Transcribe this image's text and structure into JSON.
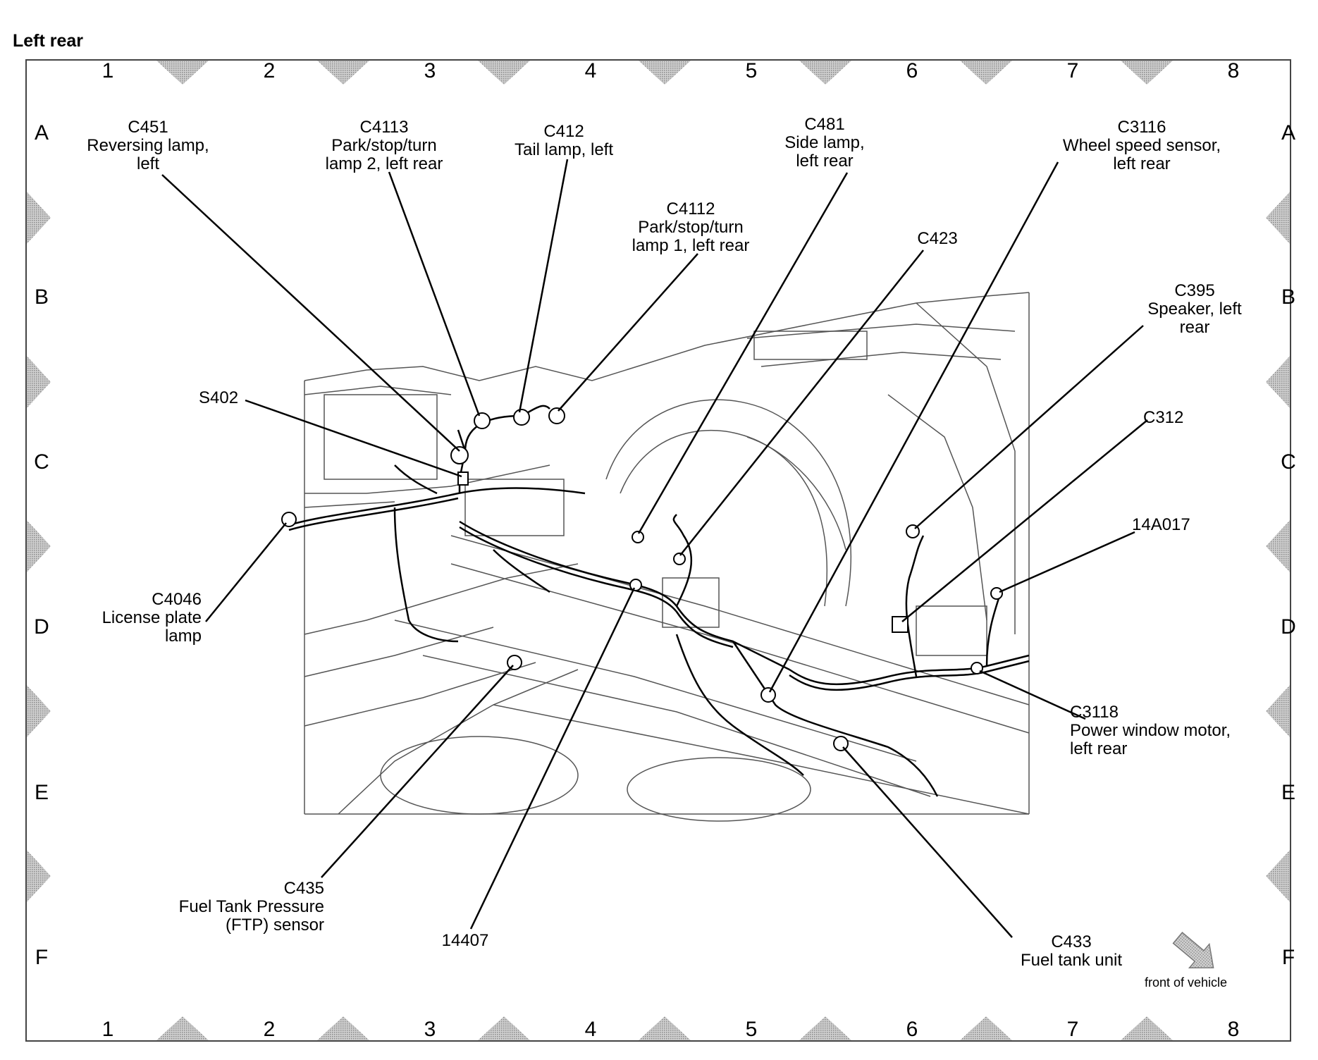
{
  "title": "Left rear",
  "grid": {
    "columns": [
      "1",
      "2",
      "3",
      "4",
      "5",
      "6",
      "7",
      "8"
    ],
    "rows": [
      "A",
      "B",
      "C",
      "D",
      "E",
      "F"
    ]
  },
  "callouts": {
    "c451": {
      "code": "C451",
      "desc1": "Reversing lamp,",
      "desc2": "left"
    },
    "c4113": {
      "code": "C4113",
      "desc1": "Park/stop/turn",
      "desc2": "lamp 2, left rear"
    },
    "c412": {
      "code": "C412",
      "desc1": "Tail lamp, left"
    },
    "c4112": {
      "code": "C4112",
      "desc1": "Park/stop/turn",
      "desc2": "lamp 1, left rear"
    },
    "c481": {
      "code": "C481",
      "desc1": "Side lamp,",
      "desc2": "left rear"
    },
    "c3116": {
      "code": "C3116",
      "desc1": "Wheel speed sensor,",
      "desc2": "left rear"
    },
    "c423": {
      "code": "C423"
    },
    "c395": {
      "code": "C395",
      "desc1": "Speaker, left",
      "desc2": "rear"
    },
    "s402": {
      "code": "S402"
    },
    "c312": {
      "code": "C312"
    },
    "n14a017": {
      "code": "14A017"
    },
    "c4046": {
      "code": "C4046",
      "desc1": "License plate",
      "desc2": "lamp"
    },
    "c3118": {
      "code": "C3118",
      "desc1": "Power window motor,",
      "desc2": "left rear"
    },
    "c435": {
      "code": "C435",
      "desc1": "Fuel Tank Pressure",
      "desc2": "(FTP) sensor"
    },
    "n14407": {
      "code": "14407"
    },
    "c433": {
      "code": "C433",
      "desc1": "Fuel tank unit"
    }
  },
  "front_of_vehicle": "front of vehicle",
  "colors": {
    "line": "#000000",
    "marker": "#b0b0b0",
    "drawing": "#555555"
  }
}
